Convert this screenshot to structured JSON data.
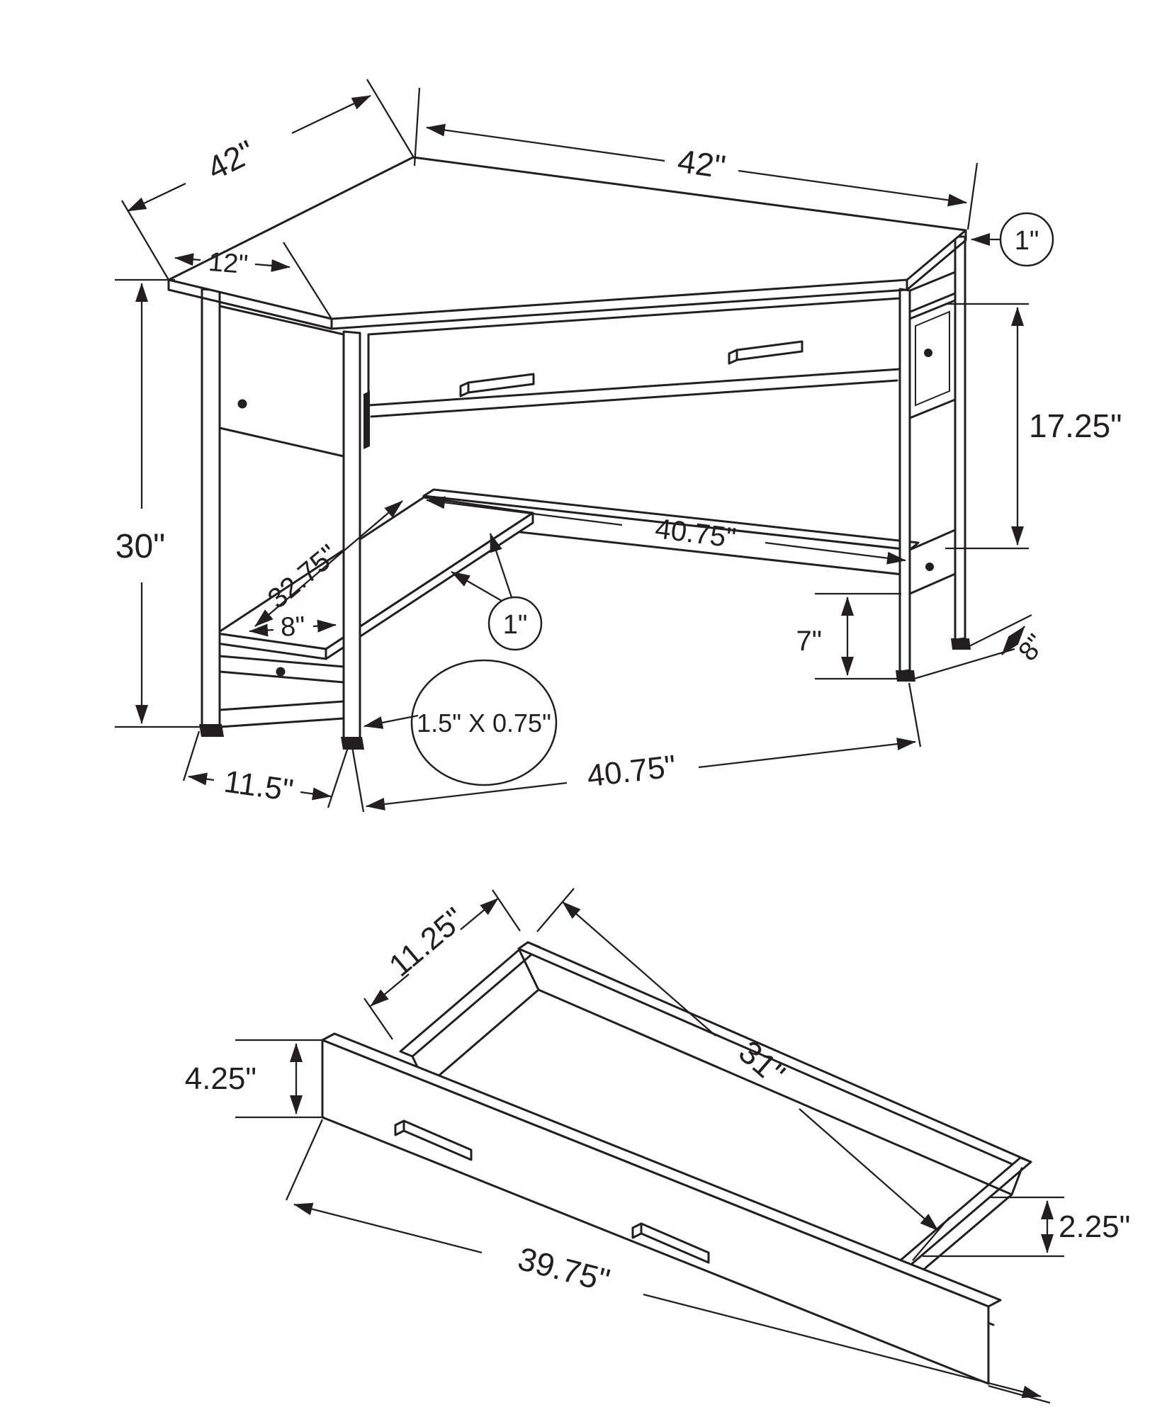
{
  "page": {
    "background": "#ffffff",
    "line_color": "#231f20",
    "description": "Isometric dimension drawing of a corner computer desk with storage drawer detail"
  },
  "desk": {
    "name": "corner desk isometric view",
    "dims": {
      "back_edge_right": "42\"",
      "back_edge_left": "42\"",
      "left_front_edge": "12\"",
      "top_thickness": "1\"",
      "underside_to_shelf": "17.25\"",
      "overall_height": "30\"",
      "shelf_length": "32.75\"",
      "shelf_width": "8\"",
      "shelf_thickness": "1\"",
      "shelf_rail_length": "40.75\"",
      "rail_floor_clearance": "7\"",
      "right_leg_depth": "8\"",
      "leg_frame_profile": "1.5\" X 0.75\"",
      "front_floor_span": "40.75\"",
      "left_leg_depth": "11.5\""
    }
  },
  "drawer": {
    "name": "storage drawer isometric view",
    "dims": {
      "back_width": "11.25\"",
      "side_length": "31\"",
      "front_height": "4.25\"",
      "side_height": "2.25\"",
      "front_length": "39.75\""
    }
  }
}
